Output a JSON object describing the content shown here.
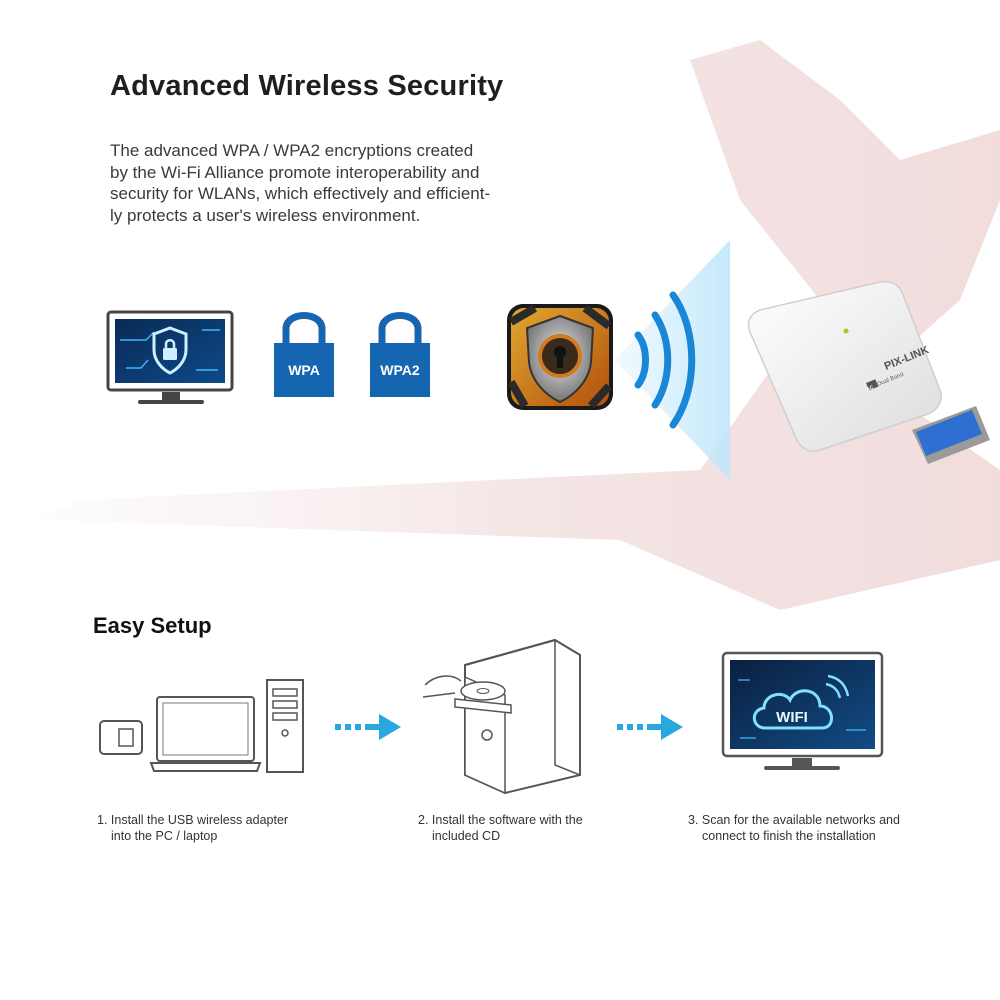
{
  "security": {
    "title": "Advanced Wireless Security",
    "description_lines": [
      "The advanced WPA / WPA2 encryptions created",
      "by the Wi-Fi Alliance promote interoperability and",
      "security for WLANs, which effectively and efficient-",
      "ly protects a user's wireless environment."
    ],
    "lock_labels": [
      "WPA",
      "WPA2"
    ],
    "adapter_brand": "PIX-LINK",
    "adapter_badge": "AC",
    "adapter_subtitle": "Dual Band",
    "icons": [
      "monitor-shield-icon",
      "wpa-lock-icon",
      "wpa2-lock-icon",
      "shield-keyhole-icon",
      "wifi-waves-icon",
      "usb-adapter-image"
    ],
    "accent_color": "#1565b0"
  },
  "setup": {
    "heading": "Easy Setup",
    "steps": [
      {
        "line1": "1. Install the USB wireless adapter",
        "line2": "into the PC / laptop"
      },
      {
        "line1": "2. Install the software with the",
        "line2": "included CD"
      },
      {
        "line1": "3. Scan for the available networks and",
        "line2": "connect to finish the installation"
      }
    ],
    "wifi_label": "WIFI",
    "arrow_color": "#29a8e0"
  }
}
